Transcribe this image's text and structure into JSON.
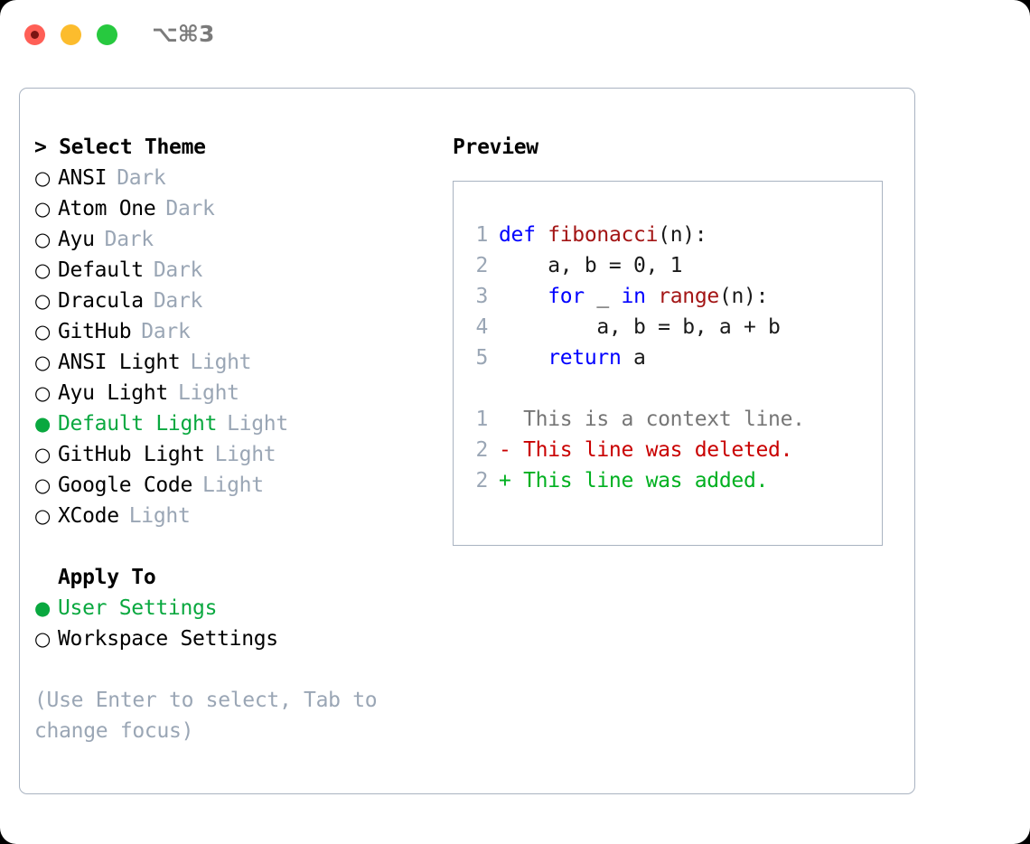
{
  "window": {
    "shortcut_label": "⌥⌘3",
    "traffic_lights": [
      {
        "name": "close",
        "color": "#ff5f56"
      },
      {
        "name": "minimize",
        "color": "#fcbc2d"
      },
      {
        "name": "maximize",
        "color": "#27c93f"
      }
    ]
  },
  "theme_list": {
    "header": "> Select Theme",
    "items": [
      {
        "marker": "○",
        "label": "ANSI",
        "badge": "Dark",
        "selected": false
      },
      {
        "marker": "○",
        "label": "Atom One",
        "badge": "Dark",
        "selected": false
      },
      {
        "marker": "○",
        "label": "Ayu",
        "badge": "Dark",
        "selected": false
      },
      {
        "marker": "○",
        "label": "Default",
        "badge": "Dark",
        "selected": false
      },
      {
        "marker": "○",
        "label": "Dracula",
        "badge": "Dark",
        "selected": false
      },
      {
        "marker": "○",
        "label": "GitHub",
        "badge": "Dark",
        "selected": false
      },
      {
        "marker": "○",
        "label": "ANSI Light",
        "badge": "Light",
        "selected": false
      },
      {
        "marker": "○",
        "label": "Ayu Light",
        "badge": "Light",
        "selected": false
      },
      {
        "marker": "●",
        "label": "Default Light",
        "badge": "Light",
        "selected": true
      },
      {
        "marker": "○",
        "label": "GitHub Light",
        "badge": "Light",
        "selected": false
      },
      {
        "marker": "○",
        "label": "Google Code",
        "badge": "Light",
        "selected": false
      },
      {
        "marker": "○",
        "label": "XCode",
        "badge": "Light",
        "selected": false
      }
    ]
  },
  "apply_to": {
    "header": "Apply To",
    "items": [
      {
        "marker": "●",
        "label": "User Settings",
        "selected": true
      },
      {
        "marker": "○",
        "label": "Workspace Settings",
        "selected": false
      }
    ]
  },
  "hint": "(Use Enter to select, Tab to change focus)",
  "preview": {
    "title": "Preview",
    "code_lines": [
      {
        "num": "1",
        "segments": [
          {
            "text": "def ",
            "style": "kw"
          },
          {
            "text": "fibonacci",
            "style": "fn"
          },
          {
            "text": "(n):",
            "style": "plain"
          }
        ]
      },
      {
        "num": "2",
        "segments": [
          {
            "text": "    a, b = 0, 1",
            "style": "plain"
          }
        ]
      },
      {
        "num": "3",
        "segments": [
          {
            "text": "    ",
            "style": "plain"
          },
          {
            "text": "for",
            "style": "kw"
          },
          {
            "text": " _ ",
            "style": "plain"
          },
          {
            "text": "in",
            "style": "kw"
          },
          {
            "text": " ",
            "style": "plain"
          },
          {
            "text": "range",
            "style": "fn"
          },
          {
            "text": "(n):",
            "style": "plain"
          }
        ]
      },
      {
        "num": "4",
        "segments": [
          {
            "text": "        a, b = b, a + b",
            "style": "plain"
          }
        ]
      },
      {
        "num": "5",
        "segments": [
          {
            "text": "    ",
            "style": "plain"
          },
          {
            "text": "return",
            "style": "kw"
          },
          {
            "text": " a",
            "style": "plain"
          }
        ]
      }
    ],
    "diff_lines": [
      {
        "num": "1",
        "text": "  This is a context line.",
        "style": "ctx"
      },
      {
        "num": "2",
        "text": "- This line was deleted.",
        "style": "del"
      },
      {
        "num": "2",
        "text": "+ This line was added.",
        "style": "add"
      }
    ]
  },
  "colors": {
    "accent_green": "#09a83f",
    "muted": "#9aa6b5",
    "border": "#a9b3c1",
    "keyword_blue": "#0000ff",
    "function_red": "#a31515",
    "diff_deleted": "#c90000",
    "diff_added": "#00b020",
    "diff_context": "#767676"
  }
}
